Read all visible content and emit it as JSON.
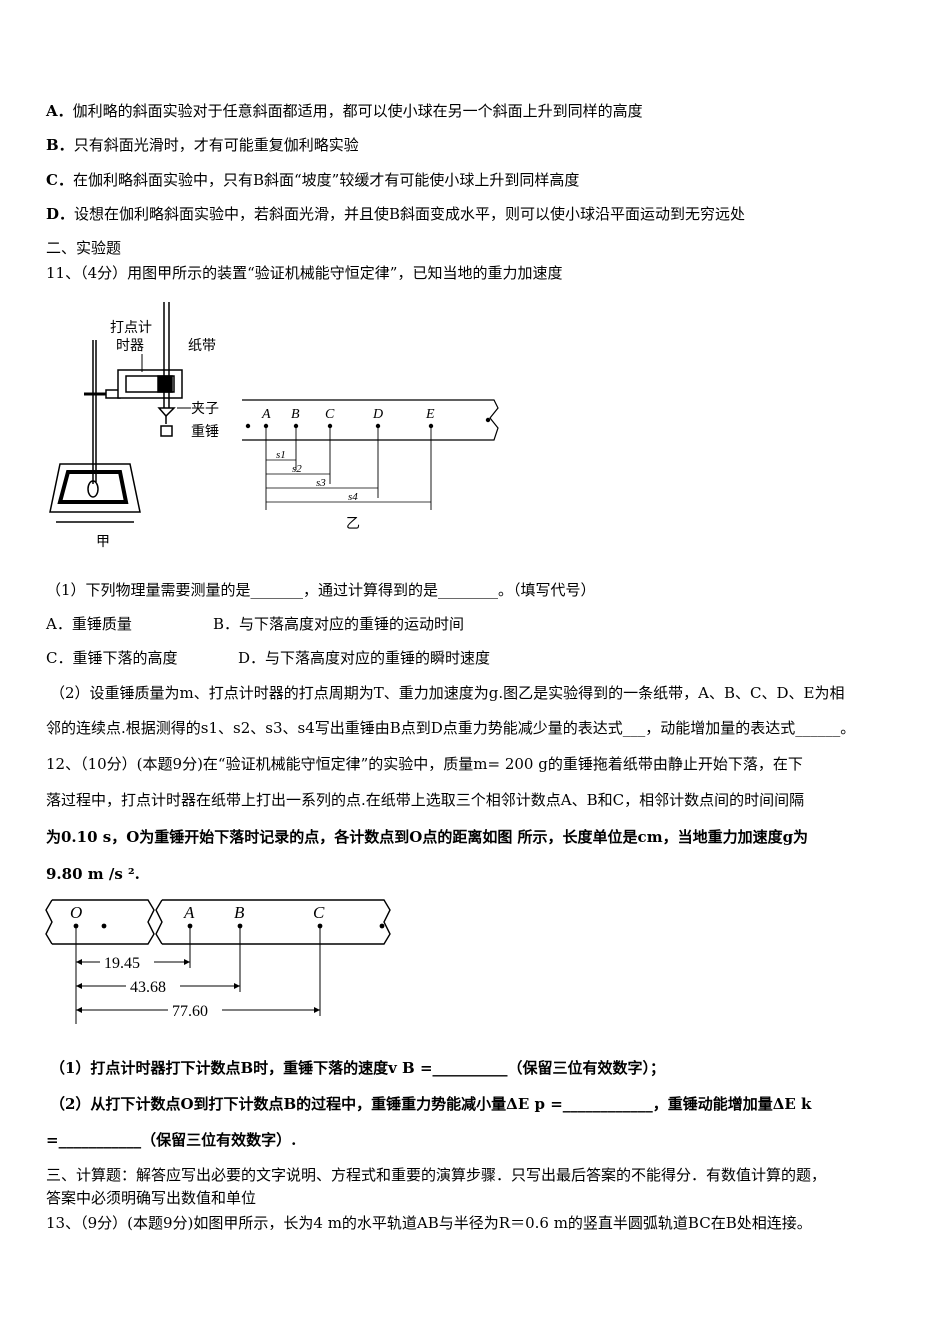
{
  "q10_options": [
    {
      "letter": "A．",
      "text": "伽利略的斜面实验对于任意斜面都适用，都可以使小球在另一个斜面上升到同样的高度"
    },
    {
      "letter": "B．",
      "text": "只有斜面光滑时，才有可能重复伽利略实验"
    },
    {
      "letter": "C．",
      "text": "在伽利略斜面实验中，只有B斜面“坡度”较缓才有可能使小球上升到同样高度"
    },
    {
      "letter": "D．",
      "text": "设想在伽利略斜面实验中，若斜面光滑，并且使B斜面变成水平，则可以使小球沿平面运动到无穷远处"
    }
  ],
  "section2_title": "二、实验题",
  "q11": {
    "stem": "11、（4分）用图甲所示的装置“验证机械能守恒定律”，已知当地的重力加速度",
    "fig_jia": {
      "label_timer_1": "打点计",
      "label_timer_2": "时器",
      "label_tape": "纸带",
      "label_clip": "夹子",
      "label_weight": "重锤",
      "caption": "甲"
    },
    "fig_yi": {
      "points": [
        "A",
        "B",
        "C",
        "D",
        "E"
      ],
      "s1": "s1",
      "s2": "s2",
      "s3": "s3",
      "s4": "s4",
      "caption": "乙"
    },
    "part1": "（1）下列物理量需要测量的是_______，通过计算得到的是________。（填写代号）",
    "opt_a": "A．重锤质量",
    "opt_b": "B．与下落高度对应的重锤的运动时间",
    "opt_c": "C．重锤下落的高度",
    "opt_d": "D．与下落高度对应的重锤的瞬时速度",
    "part2_line1": "（2）设重锤质量为m、打点计时器的打点周期为T、重力加速度为g.图乙是实验得到的一条纸带，A、B、C、D、E为相",
    "part2_line2": "邻的连续点.根据测得的s1、s2、s3、s4写出重锤由B点到D点重力势能减少量的表达式___，动能增加量的表达式______。"
  },
  "q12": {
    "line1": "12、（10分）(本题9分)在“验证机械能守恒定律”的实验中，质量m= 200 g的重锤拖着纸带由静止开始下落，在下",
    "line2": "落过程中，打点计时器在纸带上打出一系列的点.在纸带上选取三个相邻计数点A、B和C，相邻计数点间的时间间隔",
    "line3": "为0.10 s，O为重锤开始下落时记录的点，各计数点到O点的距离如图  所示，长度单位是cm，当地重力加速度g为",
    "line4": "9.80 m /s ².",
    "figure": {
      "label_o": "O",
      "label_a": "A",
      "label_b": "B",
      "label_c": "C",
      "d_oa": "19.45",
      "d_ob": "43.68",
      "d_oc": "77.60"
    },
    "part1": "（1）打点计时器打下计数点B时，重锤下落的速度v B =__________（保留三位有效数字）；",
    "part2_line1": "（2）从打下计数点O到打下计数点B的过程中，重锤重力势能减小量ΔE p =____________，重锤动能增加量ΔE k",
    "part2_line2": "=___________（保留三位有效数字）."
  },
  "section3_line1": "三、计算题：解答应写出必要的文字说明、方程式和重要的演算步骤．只写出最后答案的不能得分．有数值计算的题，",
  "section3_line2": "答案中必须明确写出数值和单位",
  "q13_stem": "13、（9分）(本题9分)如图甲所示，长为4 m的水平轨道AB与半径为R＝0.6 m的竖直半圆弧轨道BC在B处相连接。"
}
